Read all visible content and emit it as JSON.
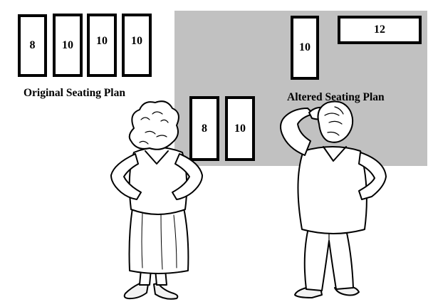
{
  "original_plan": {
    "caption": "Original Seating Plan",
    "tables": [
      "8",
      "10",
      "10",
      "10"
    ]
  },
  "altered_plan": {
    "caption": "Altered Seating Plan",
    "tables": [
      "10",
      "12",
      "8",
      "10"
    ]
  },
  "figures": [
    "woman-figure",
    "man-figure"
  ],
  "colors": {
    "panel": "#c1c1c1",
    "ink": "#000000",
    "paper": "#ffffff"
  }
}
